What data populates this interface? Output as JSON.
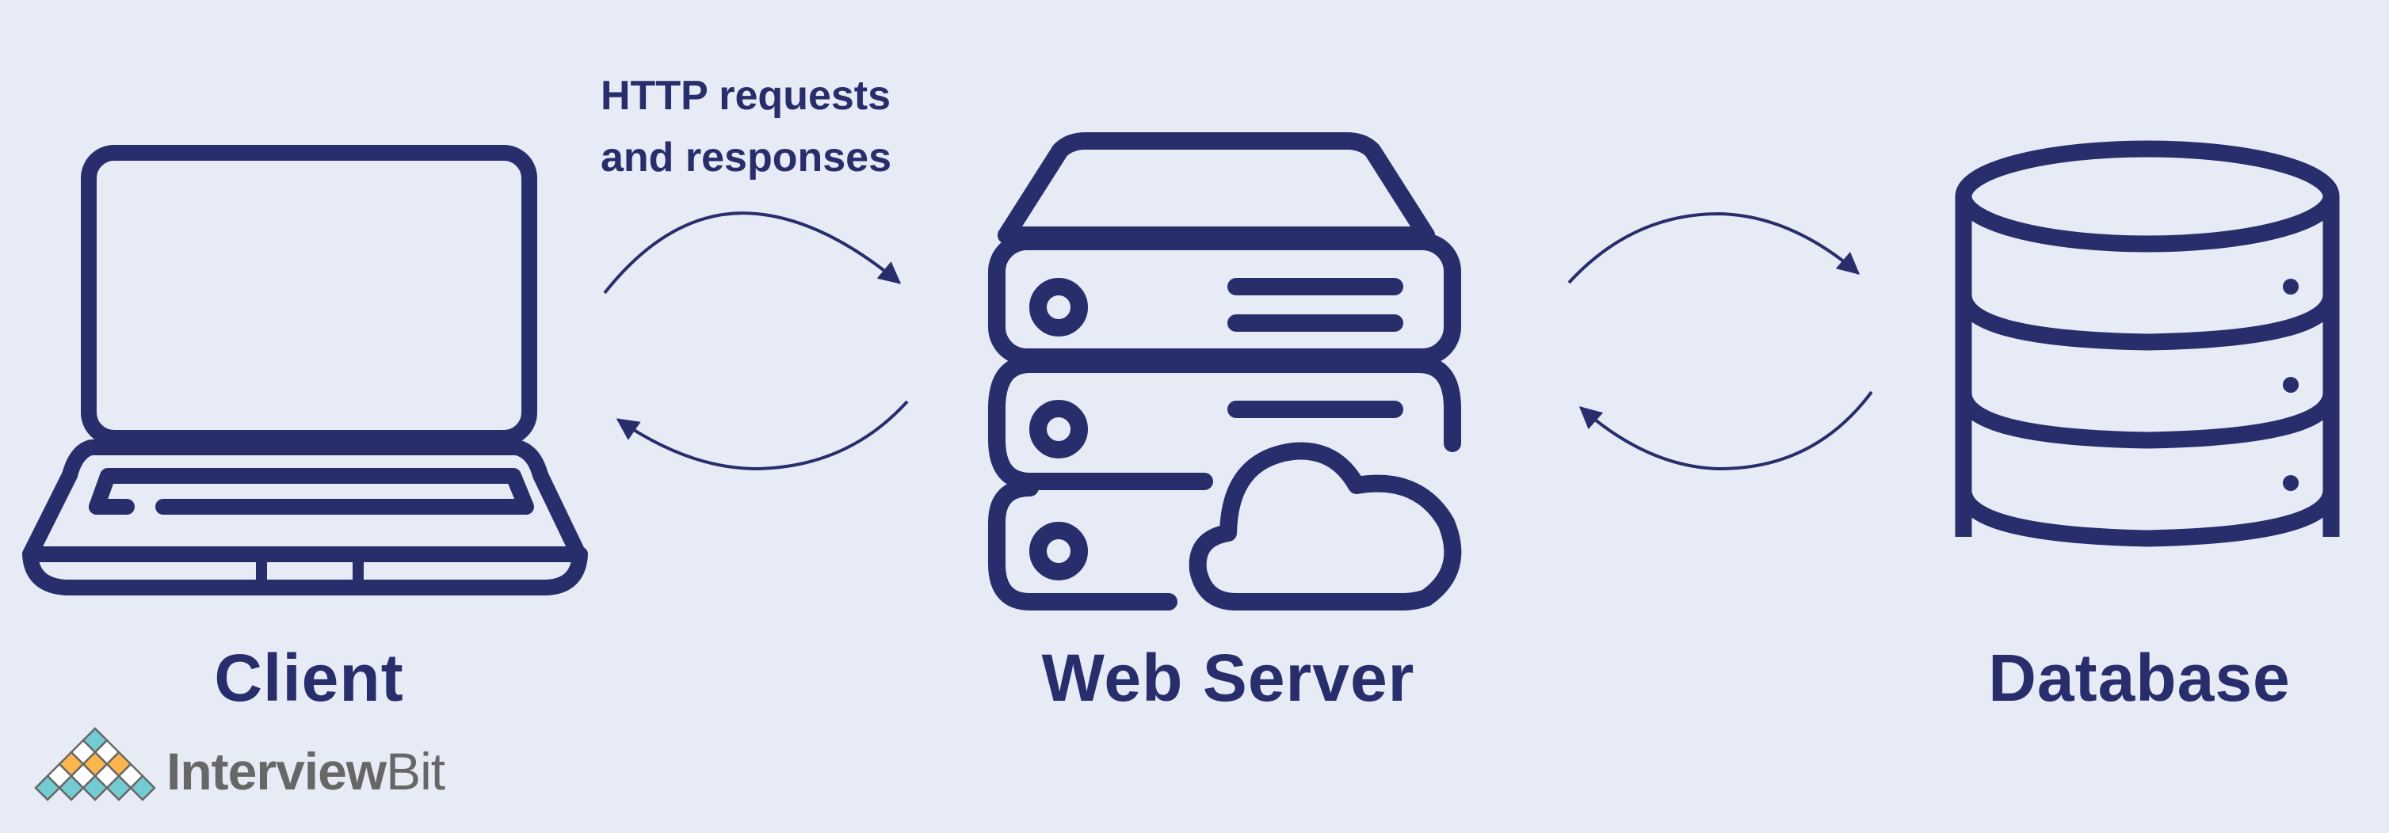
{
  "colors": {
    "background": "#e6ebf6",
    "ink": "#282e6b",
    "logo_teal": "#72ccd2",
    "logo_orange": "#fbb54d",
    "logo_white": "#ffffff",
    "logo_outline": "#676767",
    "brand_text": "#676767"
  },
  "caption": {
    "line1": "HTTP requests",
    "line2": "and responses"
  },
  "nodes": [
    {
      "id": "client",
      "label": "Client",
      "icon": "laptop-icon"
    },
    {
      "id": "web-server",
      "label": "Web Server",
      "icon": "server-cloud-icon"
    },
    {
      "id": "database",
      "label": "Database",
      "icon": "database-icon"
    }
  ],
  "connections": [
    {
      "from": "client",
      "to": "web-server",
      "kind": "request"
    },
    {
      "from": "web-server",
      "to": "client",
      "kind": "response"
    },
    {
      "from": "web-server",
      "to": "database",
      "kind": "request"
    },
    {
      "from": "database",
      "to": "web-server",
      "kind": "response"
    }
  ],
  "brand": {
    "part1": "Interview",
    "part2": "Bit",
    "logo": "interviewbit-diamond-logo-icon"
  }
}
